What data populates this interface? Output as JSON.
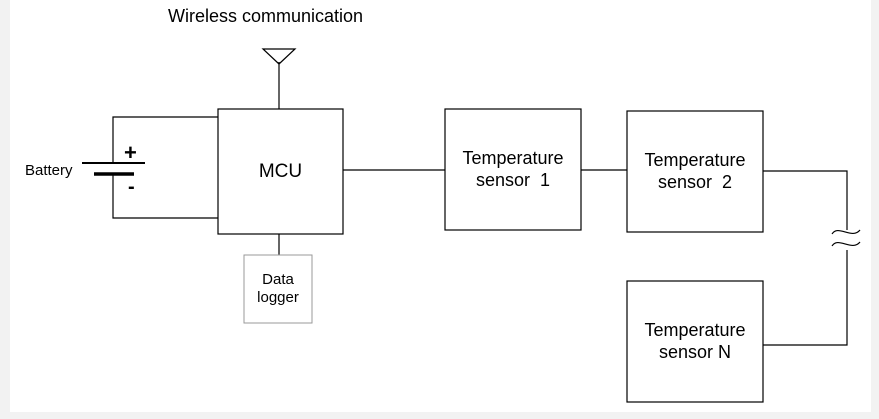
{
  "diagram": {
    "wireless_label": "Wireless communication",
    "battery_label": "Battery",
    "battery_plus": "+",
    "battery_minus": "-",
    "mcu_label": "MCU",
    "data_logger": {
      "line1": "Data",
      "line2": "logger"
    },
    "sensor1": {
      "line1": "Temperature",
      "line2": "sensor  1"
    },
    "sensor2": {
      "line1": "Temperature",
      "line2": "sensor  2"
    },
    "sensorN": {
      "line1": "Temperature",
      "line2": "sensor N"
    }
  },
  "colors": {
    "background": "#f2f2f2",
    "panel": "#ffffff",
    "stroke": "#000000",
    "logger_border": "#999999"
  }
}
